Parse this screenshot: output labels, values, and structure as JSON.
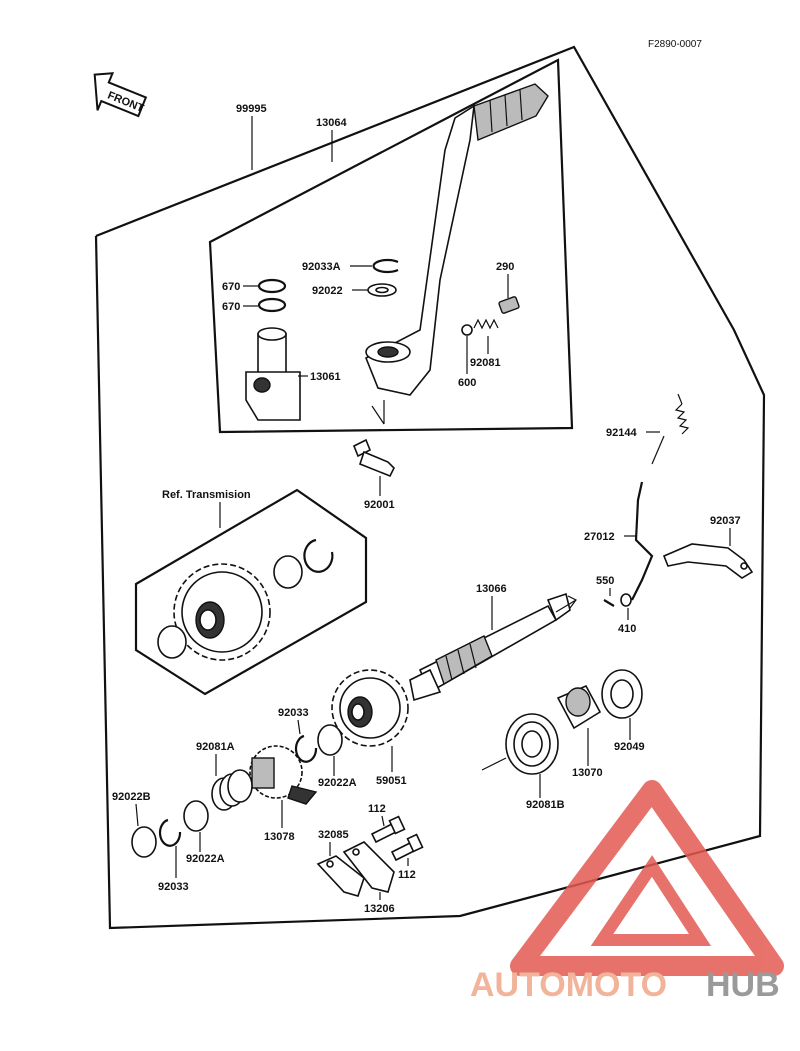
{
  "diagram": {
    "code": "F2890-0007",
    "front_label": "FRONT",
    "ref_label": "Ref. Transmision",
    "parts": {
      "kit": "99995",
      "pedal_assy": "13064",
      "circlip_a": "92033A",
      "washer_92022": "92022",
      "oring_1": "670",
      "oring_2": "670",
      "cap": "290",
      "spring_92081": "92081",
      "ball": "600",
      "boss": "13061",
      "return_spring": "92144",
      "bolt": "92001",
      "lever_27012": "27012",
      "plate_92037": "92037",
      "screw_550": "550",
      "washer_410": "410",
      "kick_shaft": "13066",
      "collar_92049": "92049",
      "guide_13070": "13070",
      "spring_92081b": "92081B",
      "circlip_92033_top": "92033",
      "washer_92022a_top": "92022A",
      "gear_59051": "59051",
      "spring_92081a": "92081A",
      "ratchet": "13078",
      "washer_92022b": "92022B",
      "washer_92022a_bottom": "92022A",
      "circlip_92033_bottom": "92033",
      "bolt_112_top": "112",
      "bolt_112_bottom": "112",
      "plate_32085": "32085",
      "guide_13206": "13206"
    },
    "watermark": {
      "text_a": "AUTOMOTO",
      "text_b": "HUB",
      "color_a": "#f2b39b",
      "color_b": "#9a9a9a",
      "triangle_color": "#e35a52"
    }
  }
}
